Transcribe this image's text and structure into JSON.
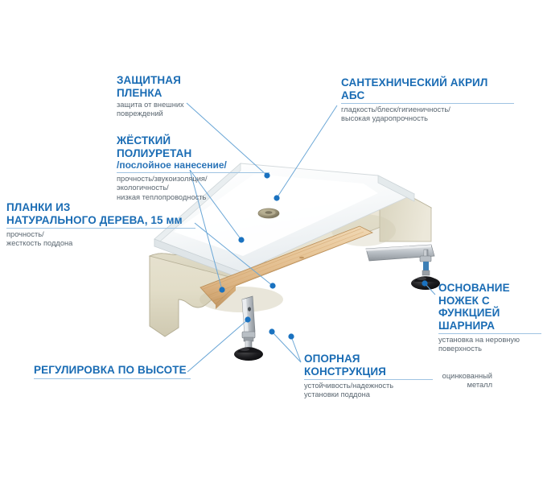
{
  "diagram": {
    "title": "Устройство душевого поддона — разрез",
    "background_color": "#ffffff",
    "accent_color": "#1a6cb4",
    "dot_color": "#1a72c0",
    "leader_color": "#6aa6d6",
    "rule_color": "#9fc4e2"
  },
  "callouts": [
    {
      "id": "protective-film",
      "title": "ЗАЩИТНАЯ\nПЛЕНКА",
      "subtitle": "",
      "description": "защита от внешних\nповреждений"
    },
    {
      "id": "rigid-polyurethane",
      "title": "ЖЁСТКИЙ\nПОЛИУРЕТАН",
      "subtitle": "/послойное нанесение/",
      "description": "прочность/звукоизоляция/\nэкологичность/\nнизкая теплопроводность"
    },
    {
      "id": "sanitary-acrylic",
      "title": "САНТЕХНИЧЕСКИЙ АКРИЛ\nАБС",
      "subtitle": "",
      "description": "гладкость/блеск/гигиеничность/\nвысокая ударопрочность"
    },
    {
      "id": "natural-wood-slats",
      "title": "ПЛАНКИ ИЗ\nНАТУРАЛЬНОГО ДЕРЕВА, 15 мм",
      "subtitle": "",
      "description": "прочность/\nжесткость поддона"
    },
    {
      "id": "hinged-foot-base",
      "title": "ОСНОВАНИЕ НОЖЕК С\nФУНКЦИЕЙ ШАРНИРА",
      "subtitle": "",
      "description": "установка на неровную\nповерхность"
    },
    {
      "id": "height-adjustment",
      "title": "РЕГУЛИРОВКА ПО ВЫСОТЕ",
      "subtitle": "",
      "description": ""
    },
    {
      "id": "support-frame",
      "title": "ОПОРНАЯ КОНСТРУКЦИЯ",
      "subtitle": "",
      "description": "устойчивость/надежность\nустановки поддона"
    },
    {
      "id": "galvanized-metal",
      "title": "",
      "subtitle": "",
      "description": "оцинкованный\nметалл"
    }
  ],
  "labels": {
    "film_title": "ЗАЩИТНАЯ\nПЛЕНКА",
    "film_desc": "защита от внешних\nповреждений",
    "pu_title": "ЖЁСТКИЙ\nПОЛИУРЕТАН",
    "pu_sub": "/послойное нанесение/",
    "pu_desc": "прочность/звукоизоляция/\nэкологичность/\nнизкая теплопроводность",
    "acryl_title": "САНТЕХНИЧЕСКИЙ АКРИЛ\nАБС",
    "acryl_desc": "гладкость/блеск/гигиеничность/\nвысокая ударопрочность",
    "wood_title": "ПЛАНКИ ИЗ\nНАТУРАЛЬНОГО ДЕРЕВА, 15 мм",
    "wood_desc": "прочность/\nжесткость поддона",
    "hinge_title": "ОСНОВАНИЕ НОЖЕК С\nФУНКЦИЕЙ ШАРНИРА",
    "hinge_desc": "установка на неровную\nповерхность",
    "height_title": "РЕГУЛИРОВКА ПО ВЫСОТЕ",
    "support_title": "ОПОРНАЯ КОНСТРУКЦИЯ",
    "support_desc": "устойчивость/надежность\nустановки поддона",
    "metal_desc": "оцинкованный\nметалл"
  }
}
